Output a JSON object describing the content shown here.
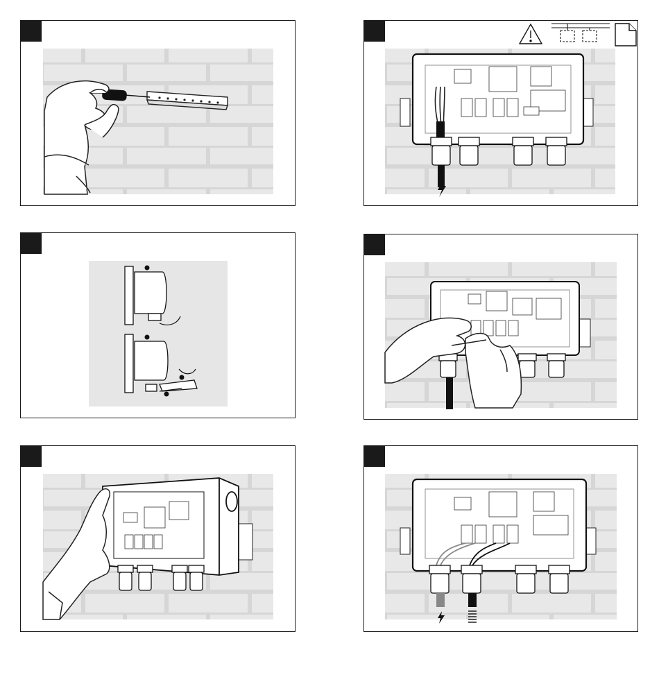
{
  "document": {
    "type": "installation-instructions",
    "steps": [
      {
        "id": "step-1",
        "depicts": "screw-din-rail-to-wall"
      },
      {
        "id": "step-2",
        "depicts": "power-cable-through-gland"
      },
      {
        "id": "step-3",
        "depicts": "mount-enclosure-on-din-rail"
      },
      {
        "id": "step-4",
        "depicts": "connect-wires-to-terminals"
      },
      {
        "id": "step-5",
        "depicts": "open-enclosure-lid"
      },
      {
        "id": "step-6",
        "depicts": "power-and-data-cables-connected"
      }
    ]
  },
  "icons": [
    "warning-icon",
    "wiring-diagram-icon",
    "document-icon",
    "lightning-icon",
    "coil-icon"
  ],
  "colors": {
    "frame": "#1a1a1a",
    "background_wall": "#e6e6e6",
    "brick_line": "#d2d2d2"
  }
}
